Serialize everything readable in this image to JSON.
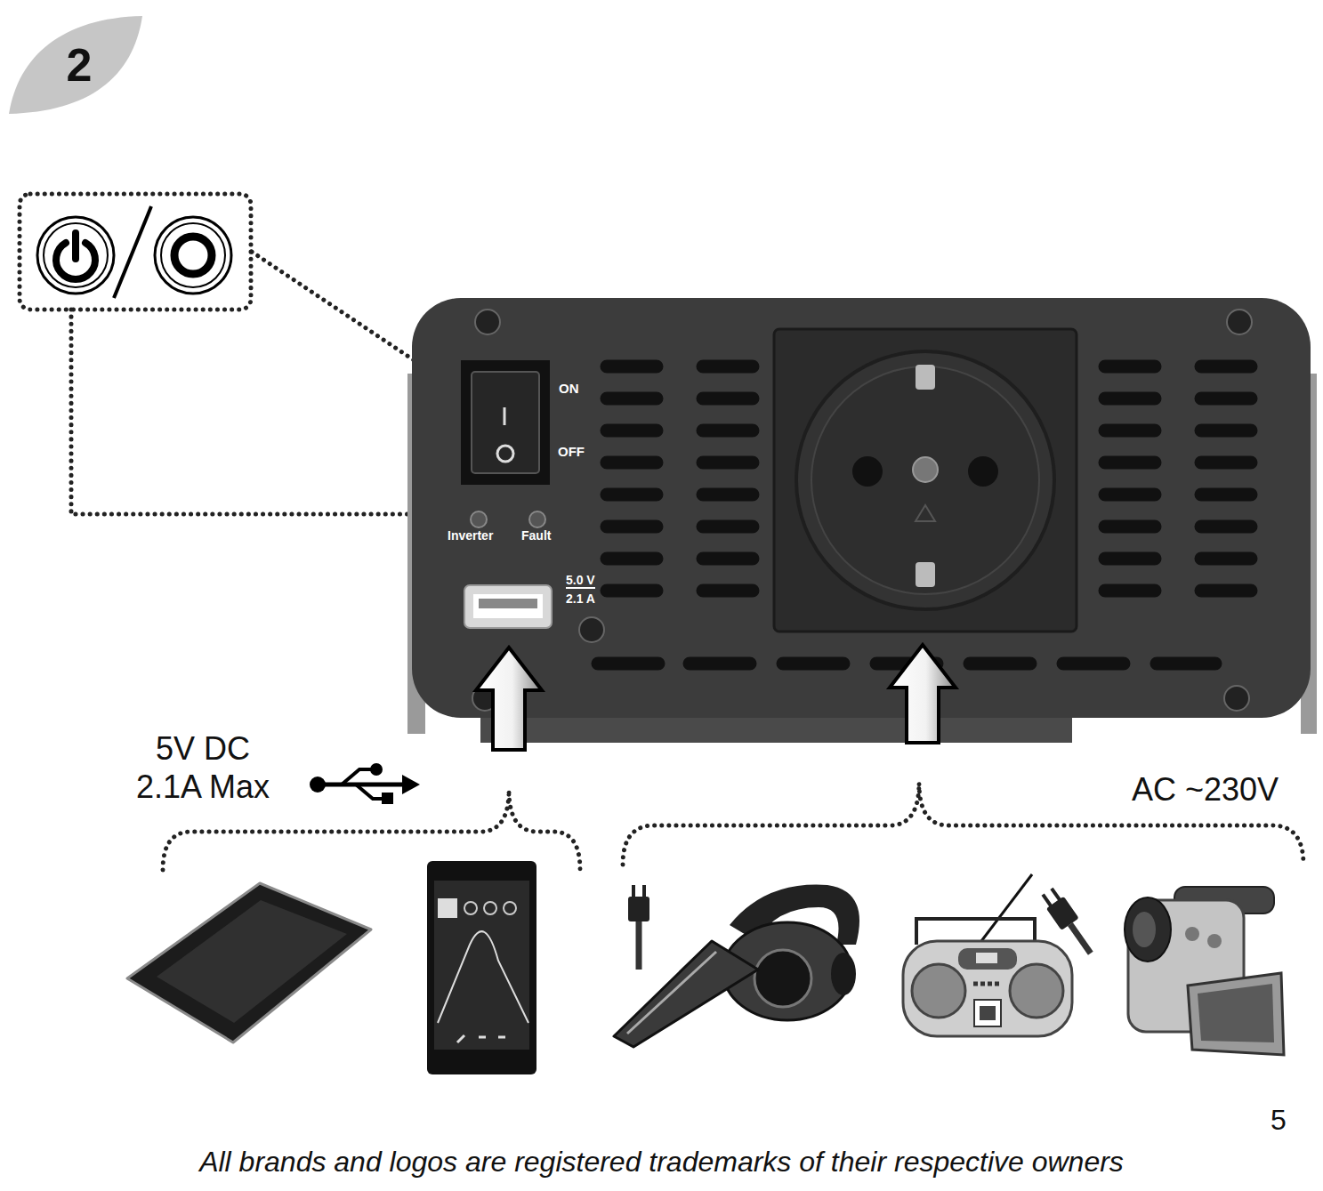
{
  "diagram": {
    "nodes": [
      {
        "text": [
          "2"
        ]
      }
    ],
    "labels": [
      "ON",
      "OFF",
      "Inverter",
      "Fault",
      "5.0 V",
      "2.1 A",
      "5V DC 2.1A Max",
      "AC ~230V",
      "5",
      "All brands and logos are registered trademarks of their respective owners"
    ]
  }
}
